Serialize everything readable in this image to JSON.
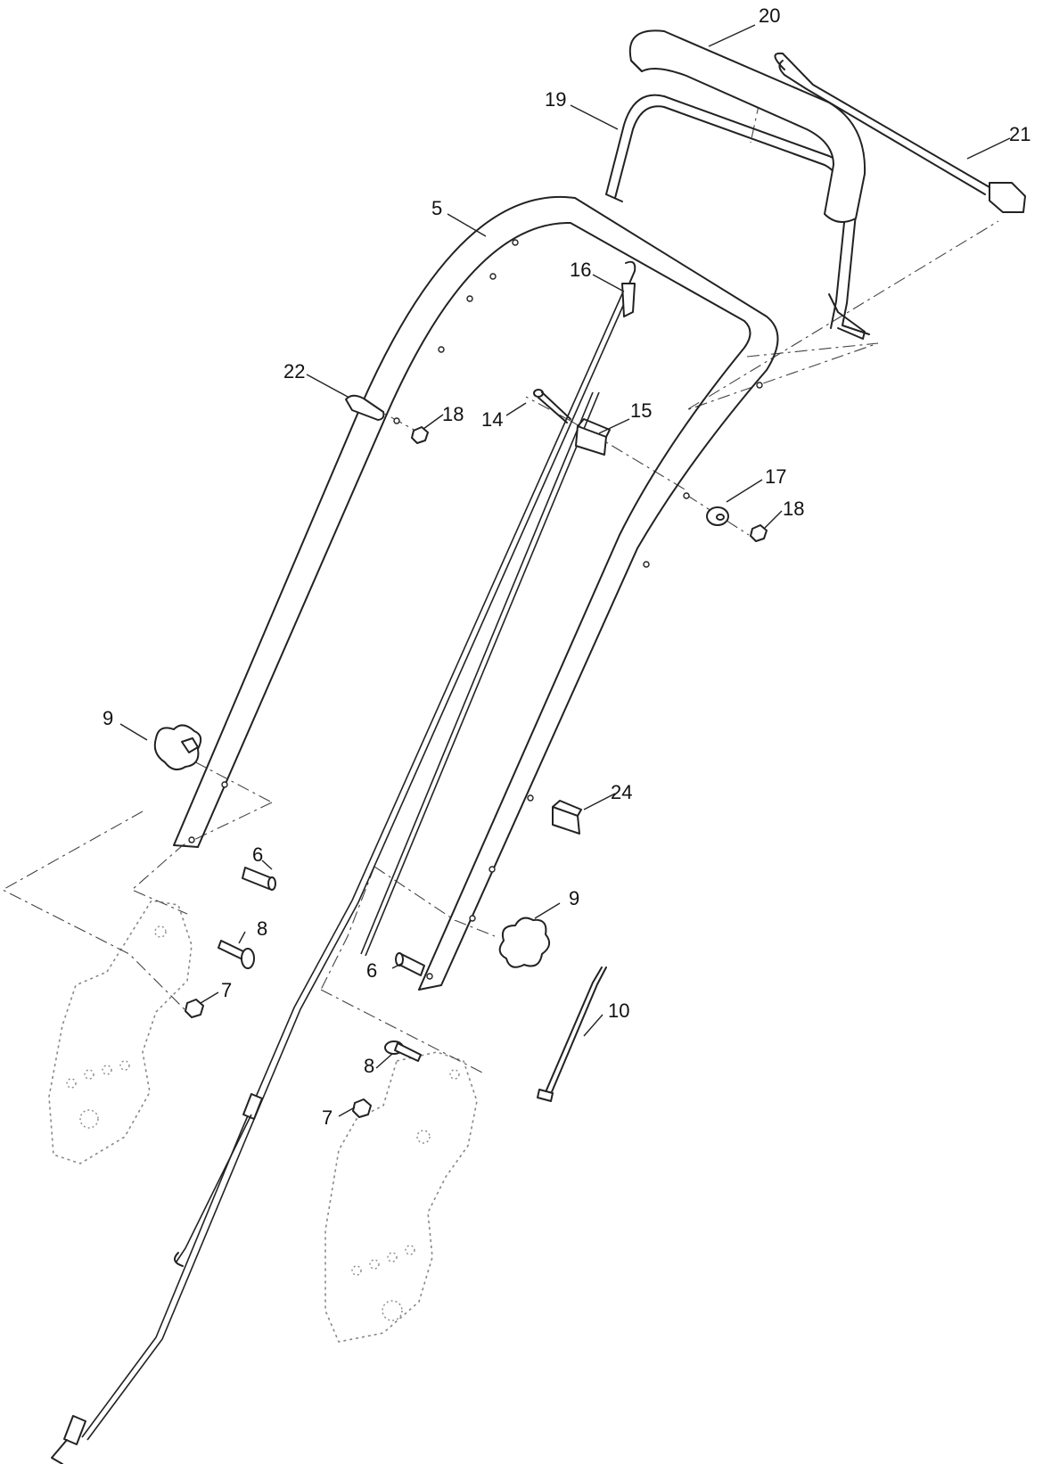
{
  "callouts": {
    "c5": "5",
    "c6a": "6",
    "c6b": "6",
    "c7a": "7",
    "c7b": "7",
    "c8a": "8",
    "c8b": "8",
    "c9a": "9",
    "c9b": "9",
    "c10": "10",
    "c14": "14",
    "c15": "15",
    "c16": "16",
    "c17": "17",
    "c18a": "18",
    "c18b": "18",
    "c19": "19",
    "c20": "20",
    "c21": "21",
    "c22": "22",
    "c24": "24"
  }
}
